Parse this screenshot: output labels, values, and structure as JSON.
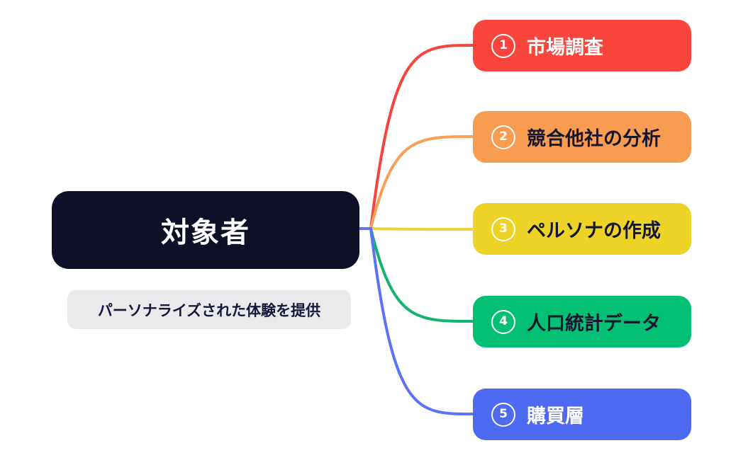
{
  "canvas": {
    "background": "#ffffff"
  },
  "root": {
    "label": "対象者",
    "bg": "#0E1027",
    "text_color": "#ffffff"
  },
  "note": {
    "label": "パーソナライズされた体験を提供",
    "bg": "#EAEAED",
    "text_color": "#15173B"
  },
  "branches": [
    {
      "number": "1",
      "label": "市場調査",
      "bg": "#F9453C",
      "text_color": "#ffffff",
      "line_color": "#F4443C",
      "badge_color": "#ffffff"
    },
    {
      "number": "2",
      "label": "競合他社の分析",
      "bg": "#F79C50",
      "text_color": "#16172F",
      "line_color": "#F6A159",
      "badge_color": "#ffffff"
    },
    {
      "number": "3",
      "label": "ペルソナの作成",
      "bg": "#EDD228",
      "text_color": "#16172F",
      "line_color": "#EFD23B",
      "badge_color": "#ffffff"
    },
    {
      "number": "4",
      "label": "人口統計データ",
      "bg": "#03C075",
      "text_color": "#16172F",
      "line_color": "#16B272",
      "badge_color": "#ffffff"
    },
    {
      "number": "5",
      "label": "購買層",
      "bg": "#4E69F2",
      "text_color": "#ffffff",
      "line_color": "#5B74F6",
      "badge_color": "#ffffff"
    }
  ]
}
